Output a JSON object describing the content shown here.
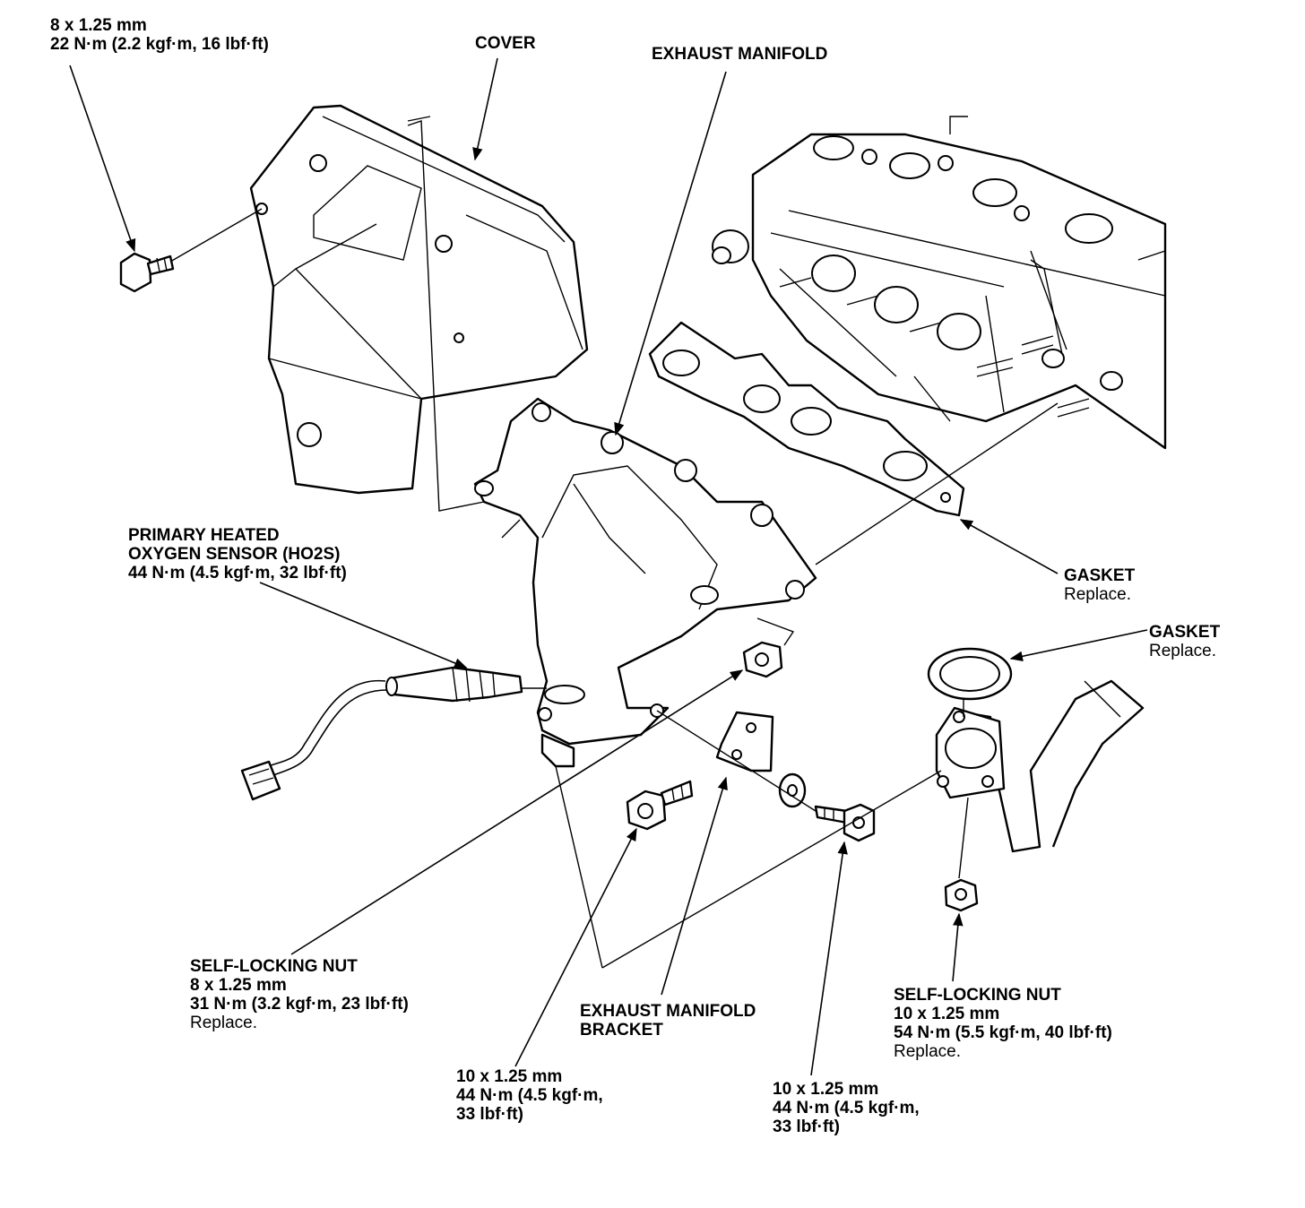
{
  "callouts": {
    "cover_bolt": {
      "spec": "8 x 1.25 mm",
      "torque": "22 N·m (2.2 kgf·m, 16 lbf·ft)"
    },
    "cover": {
      "title": "COVER"
    },
    "exhaust_manifold": {
      "title": "EXHAUST MANIFOLD"
    },
    "ho2s": {
      "line1": "PRIMARY HEATED",
      "line2": "OXYGEN SENSOR (HO2S)",
      "torque": "44 N·m (4.5 kgf·m, 32 lbf·ft)"
    },
    "gasket_upper": {
      "title": "GASKET",
      "note": "Replace."
    },
    "gasket_lower": {
      "title": "GASKET",
      "note": "Replace."
    },
    "nut_8": {
      "title": "SELF-LOCKING NUT",
      "spec": "8 x 1.25 mm",
      "torque": "31 N·m (3.2 kgf·m, 23 lbf·ft)",
      "note": "Replace."
    },
    "bracket": {
      "line1": "EXHAUST MANIFOLD",
      "line2": "BRACKET"
    },
    "nut_10": {
      "title": "SELF-LOCKING NUT",
      "spec": "10 x 1.25 mm",
      "torque": "54 N·m (5.5 kgf·m, 40 lbf·ft)",
      "note": "Replace."
    },
    "bolt_left": {
      "spec": "10 x 1.25 mm",
      "torque1": "44 N·m (4.5 kgf·m,",
      "torque2": "33 lbf·ft)"
    },
    "bolt_right": {
      "spec": "10 x 1.25 mm",
      "torque1": "44 N·m (4.5 kgf·m,",
      "torque2": "33 lbf·ft)"
    }
  }
}
